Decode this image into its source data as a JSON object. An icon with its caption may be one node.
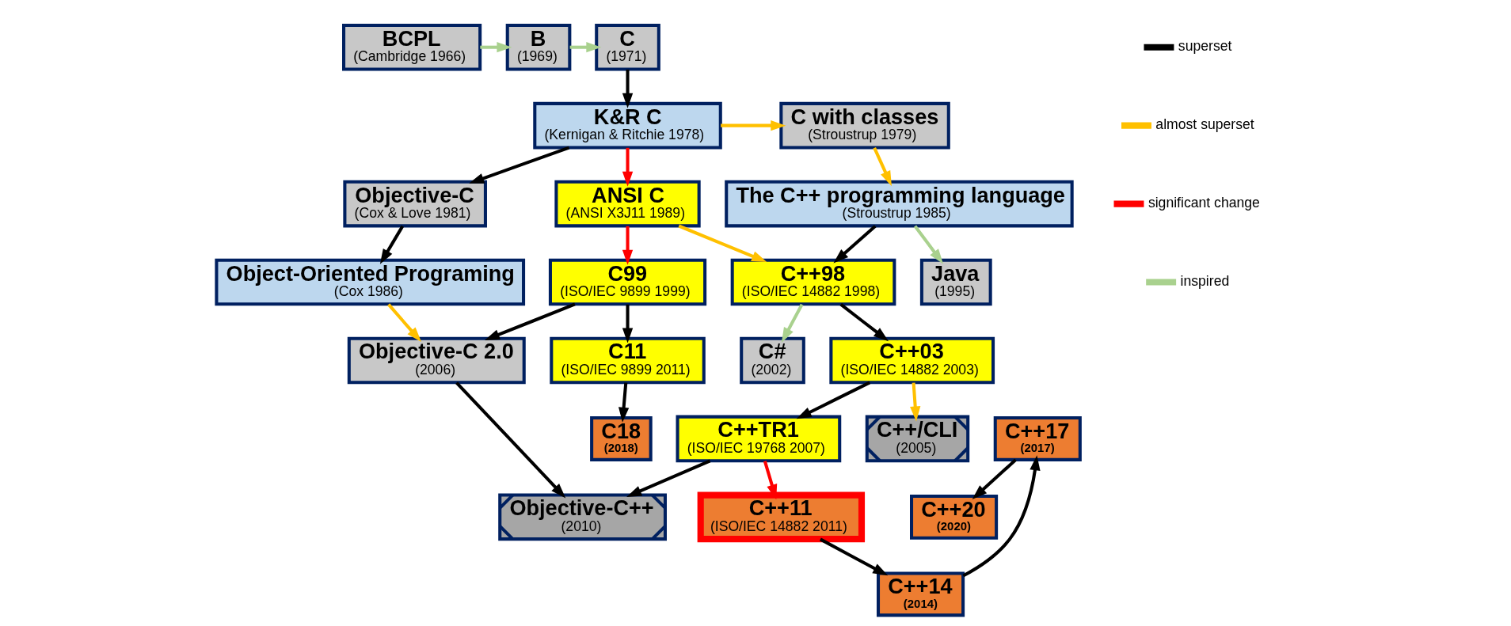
{
  "diagram": {
    "nodes": [
      {
        "text": [
          "BCPL",
          "(Cambridge 1966)"
        ]
      },
      {
        "text": [
          "B",
          "(1969)"
        ]
      },
      {
        "text": [
          "C",
          "(1971)"
        ]
      },
      {
        "text": [
          "C with classes",
          "(Stroustrup 1979)"
        ]
      },
      {
        "text": [
          "K&R C",
          "(Kernigan & Ritchie 1978)"
        ]
      },
      {
        "text": [
          "The C++ programming language",
          "(Stroustrup 1985)"
        ]
      },
      {
        "text": [
          "Objective-C",
          "(Cox & Love 1981)"
        ]
      },
      {
        "text": [
          "Object-Oriented Programing",
          "(Cox 1986)"
        ]
      },
      {
        "text": [
          "ANSI C",
          "(ANSI X3J11 1989)"
        ]
      },
      {
        "text": [
          "C++98",
          "(ISO/IEC 14882 1998)"
        ]
      },
      {
        "text": [
          "Java",
          "(1995)"
        ]
      },
      {
        "text": [
          "C#",
          "(2002)"
        ]
      },
      {
        "text": [
          "C99",
          "(ISO/IEC 9899 1999)"
        ]
      },
      {
        "text": [
          "C++03",
          "(ISO/IEC 14882 2003)"
        ]
      },
      {
        "text": [
          "C++20",
          "(2020)"
        ]
      },
      {
        "text": [
          "Objective-C 2.0",
          "(2006)"
        ]
      },
      {
        "text": [
          "C++/CLI",
          "(2005)"
        ]
      },
      {
        "text": [
          "C18",
          "(2018)"
        ]
      },
      {
        "text": [
          "C++TR1",
          "(ISO/IEC 19768 2007)"
        ]
      },
      {
        "text": [
          "C++17",
          "(2017)"
        ]
      },
      {
        "text": [
          "Objective-C++",
          "(2010)"
        ]
      },
      {
        "text": [
          "C11",
          "(ISO/IEC 9899 2011)"
        ]
      },
      {
        "text": [
          "C++11",
          "(ISO/IEC 14882 2011)"
        ]
      },
      {
        "text": [
          "C++14",
          "(2014)"
        ]
      }
    ],
    "edges": [
      {
        "from": 0,
        "to": 1,
        "arrow": "to",
        "color": "#a9d18e"
      },
      {
        "from": 1,
        "to": 2,
        "arrow": "to",
        "color": "#a9d18e"
      },
      {
        "from": 2,
        "to": 4,
        "arrow": "to"
      },
      {
        "from": 4,
        "to": 3,
        "arrow": "to",
        "color": "#ffc000"
      },
      {
        "from": 3,
        "to": 5,
        "arrow": "to",
        "color": "#ffc000"
      },
      {
        "from": 4,
        "to": 6,
        "arrow": "to"
      },
      {
        "from": 6,
        "to": 7,
        "arrow": "to"
      },
      {
        "from": 4,
        "to": 8,
        "arrow": "to",
        "color": "#ff0000"
      },
      {
        "from": 5,
        "to": 9,
        "arrow": "to"
      },
      {
        "from": 5,
        "to": 10,
        "arrow": "to",
        "color": "#a9d18e"
      },
      {
        "from": 8,
        "to": 9,
        "arrow": "to",
        "color": "#ffc000"
      },
      {
        "from": 9,
        "to": 11,
        "arrow": "to",
        "color": "#a9d18e"
      },
      {
        "from": 8,
        "to": 12,
        "arrow": "to",
        "color": "#ff0000"
      },
      {
        "from": 7,
        "to": 15,
        "arrow": "to",
        "color": "#ffc000"
      },
      {
        "from": 12,
        "to": 15,
        "arrow": "to"
      },
      {
        "from": 9,
        "to": 13,
        "arrow": "to"
      },
      {
        "from": 13,
        "to": 16,
        "arrow": "to",
        "color": "#ffc000"
      },
      {
        "from": 13,
        "to": 18,
        "arrow": "to"
      },
      {
        "from": 12,
        "to": 21,
        "arrow": "to"
      },
      {
        "from": 21,
        "to": 17,
        "arrow": "to"
      },
      {
        "from": 15,
        "to": 20,
        "arrow": "to"
      },
      {
        "from": 18,
        "to": 20,
        "arrow": "to"
      },
      {
        "from": 18,
        "to": 22,
        "arrow": "to",
        "color": "#ff0000"
      },
      {
        "from": 22,
        "to": 23,
        "arrow": "to"
      },
      {
        "from": 23,
        "to": 19,
        "arrow": "to"
      },
      {
        "from": 19,
        "to": 14,
        "arrow": "to"
      }
    ],
    "legend": [
      {
        "text": "superset",
        "color": "#000000"
      },
      {
        "text": "almost superset",
        "color": "#ffc000"
      },
      {
        "text": "significant change",
        "color": "#ff0000"
      },
      {
        "text": "inspired",
        "color": "#a9d18e"
      }
    ]
  }
}
